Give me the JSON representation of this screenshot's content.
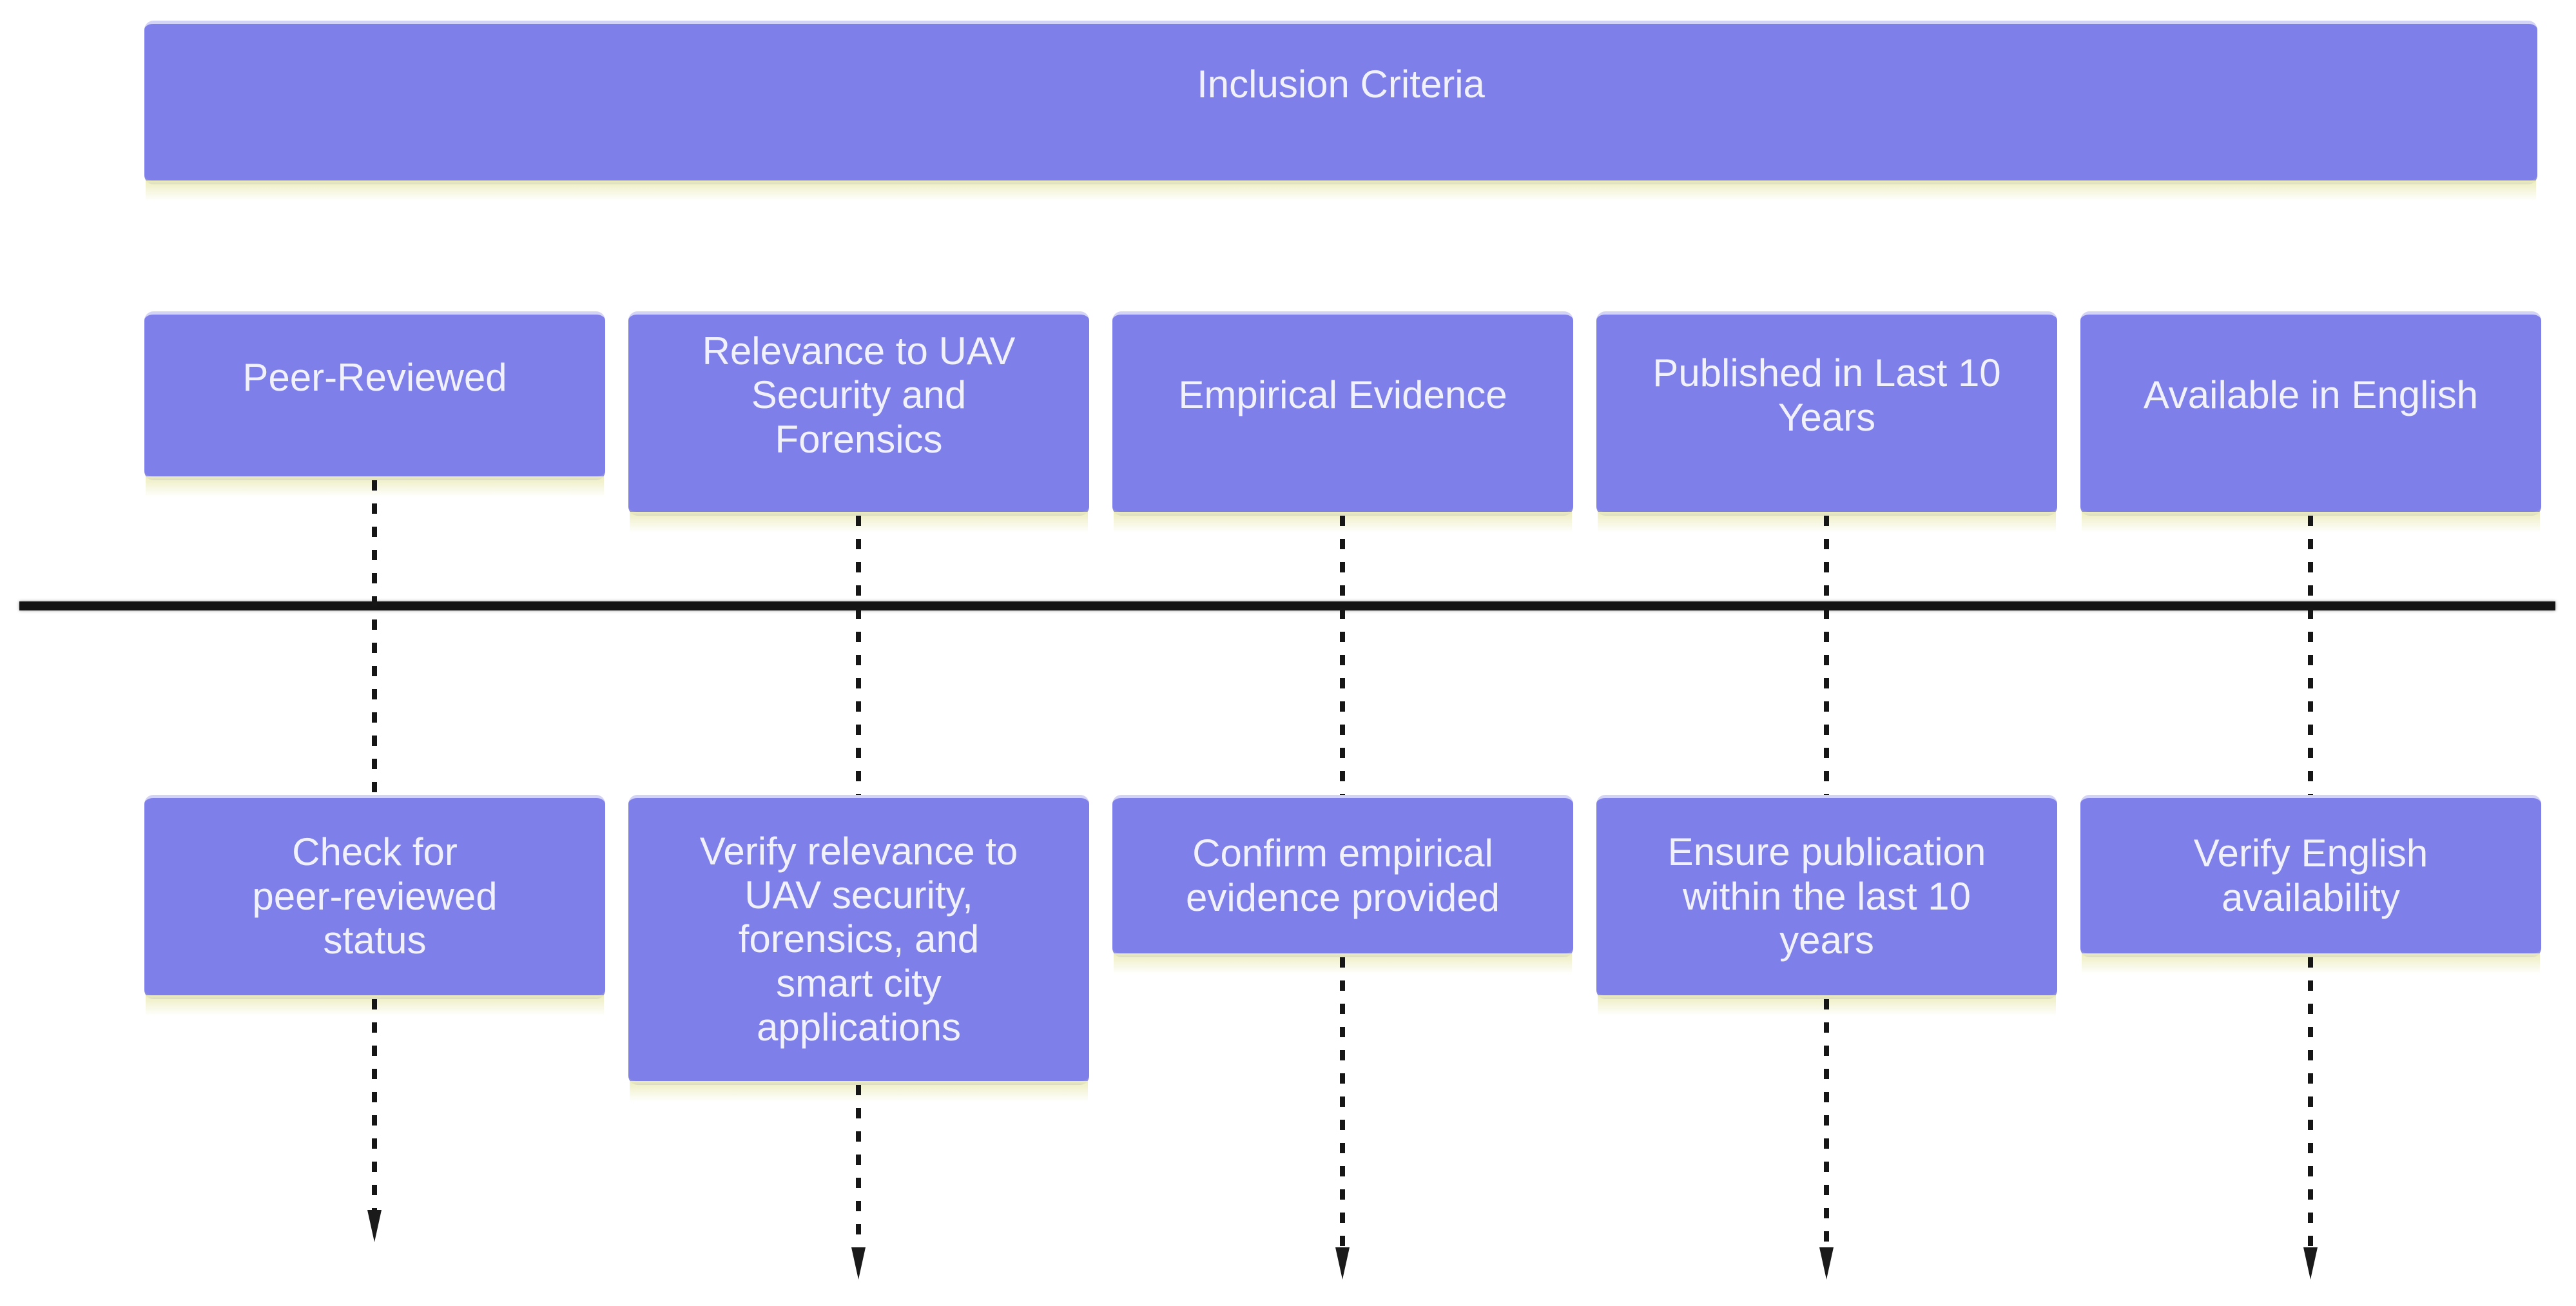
{
  "title": "Inclusion Criteria",
  "colors": {
    "box_fill": "#7e7fe8",
    "box_top_edge": "#d3d3f6",
    "box_bottom_edge": "#9090d8",
    "box_glow": "#ededbe",
    "box_text": "#f1f1fb",
    "separator_line": "#141414",
    "arrow": "#1a1a1a",
    "background": "#ffffff"
  },
  "columns": [
    {
      "criterion": "Peer-Reviewed",
      "action": "Check for\npeer-reviewed\nstatus"
    },
    {
      "criterion": "Relevance to UAV\nSecurity and\nForensics",
      "action": "Verify relevance to\nUAV security,\nforensics, and\nsmart city\napplications"
    },
    {
      "criterion": "Empirical Evidence",
      "action": "Confirm empirical\nevidence provided"
    },
    {
      "criterion": "Published in Last 10\nYears",
      "action": "Ensure publication\nwithin the last 10\nyears"
    },
    {
      "criterion": "Available in English",
      "action": "Verify English\navailability"
    }
  ]
}
